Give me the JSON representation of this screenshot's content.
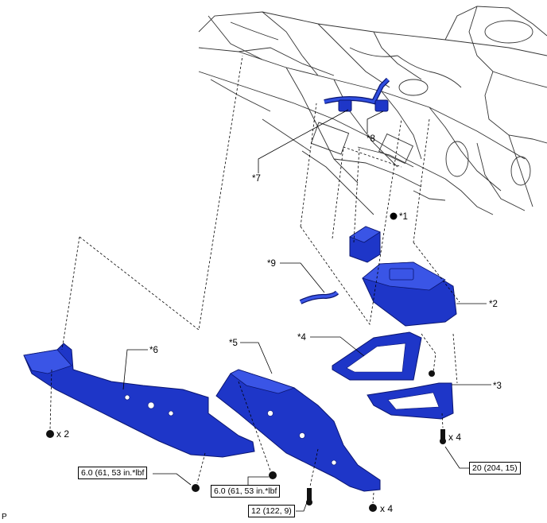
{
  "callouts": {
    "c1": "*1",
    "c2": "*2",
    "c3": "*3",
    "c4": "*4",
    "c5": "*5",
    "c6": "*6",
    "c7": "*7",
    "c8": "*8",
    "c9": "*9"
  },
  "quantities": {
    "left_clips": "x 2",
    "right_bolts": "x 4",
    "bottom_clips": "x 4"
  },
  "torques": {
    "t1": "6.0 (61, 53 in.*lbf",
    "t2": "6.0 (61, 53 in.*lbf",
    "t3": "12 (122, 9)",
    "t4": "20 (204, 15)"
  },
  "corner_label": "P",
  "colors": {
    "part_fill": "#1e36c8",
    "part_outline": "#0a1570",
    "engine_lines": "#333333"
  }
}
